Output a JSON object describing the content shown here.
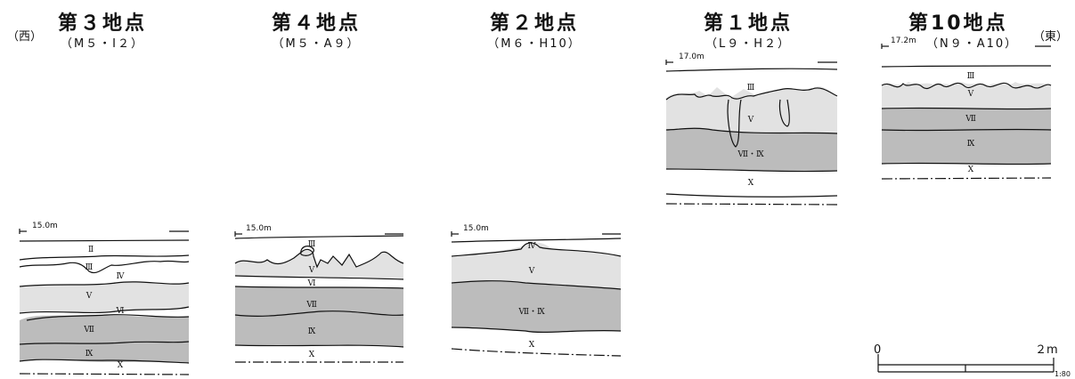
{
  "directions": {
    "west": "（西）",
    "east": "（東）"
  },
  "sites": [
    {
      "id": "site3",
      "title": "第３地点",
      "code": "（M５・I２）",
      "elevation": "15.0m",
      "layers": [
        "Ⅱ",
        "Ⅲ",
        "Ⅳ",
        "Ⅴ",
        "Ⅵ",
        "Ⅶ",
        "Ⅸ",
        "Ⅹ"
      ]
    },
    {
      "id": "site4",
      "title": "第４地点",
      "code": "（M５・A９）",
      "elevation": "15.0m",
      "layers": [
        "Ⅲ",
        "Ⅴ",
        "Ⅵ",
        "Ⅶ",
        "Ⅸ",
        "Ⅹ"
      ]
    },
    {
      "id": "site2",
      "title": "第２地点",
      "code": "（M６・H10）",
      "elevation": "15.0m",
      "layers": [
        "Ⅳ",
        "Ⅴ",
        "Ⅶ・Ⅸ",
        "Ⅹ"
      ]
    },
    {
      "id": "site1",
      "title": "第１地点",
      "code": "（L９・H２）",
      "elevation": "17.0m",
      "layers": [
        "Ⅲ",
        "Ⅴ",
        "Ⅶ・Ⅸ",
        "Ⅹ"
      ]
    },
    {
      "id": "site10",
      "title": "第10地点",
      "code": "（N９・A10）",
      "elevation": "17.2m",
      "layers": [
        "Ⅲ",
        "Ⅴ",
        "Ⅶ",
        "Ⅸ",
        "Ⅹ"
      ]
    }
  ],
  "scale_bar": {
    "start": "0",
    "end": "２m",
    "ratio": "1:80"
  },
  "colors": {
    "light_layer": "#e2e2e2",
    "dark_layer": "#bcbcbc",
    "line": "#111111"
  }
}
